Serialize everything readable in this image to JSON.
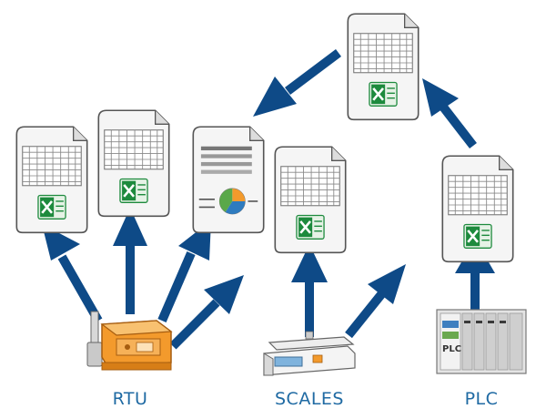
{
  "devices": {
    "rtu": {
      "label": "RTU"
    },
    "scales": {
      "label": "SCALES"
    },
    "plc": {
      "label": "PLC",
      "badge": "PLC"
    }
  },
  "icons": {
    "spreadsheet_document": "excel-document-icon",
    "report_document": "report-document-icon",
    "rtu_device": "rtu-device-icon",
    "scale_device": "scale-icon",
    "plc_device": "plc-icon",
    "flow_arrow": "arrow-icon"
  },
  "colors": {
    "arrow": "#0e4a87",
    "label": "#1f6aa3",
    "rtu_body": "#f39a2c",
    "excel_green": "#1d8a3d"
  }
}
